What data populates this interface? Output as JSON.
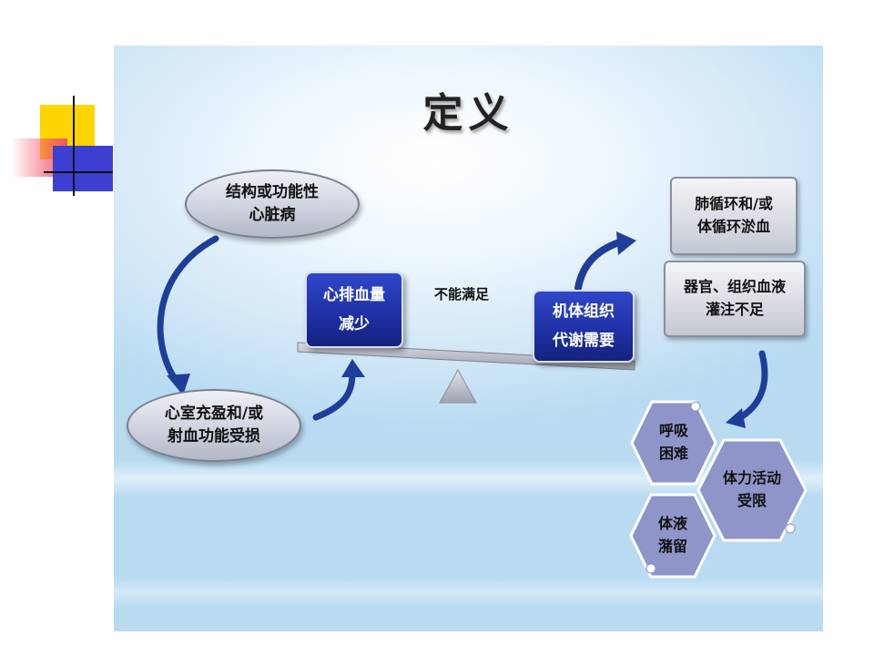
{
  "title": "定义",
  "nodes": {
    "oval_top": [
      "结构或功能性",
      "心脏病"
    ],
    "oval_bottom": [
      "心室充盈和/或",
      "射血功能受损"
    ],
    "blue_left": [
      "心排血量",
      "减少"
    ],
    "blue_right": [
      "机体组织",
      "代谢需要"
    ],
    "balance_label": "不能满足",
    "grey_top": [
      "肺循环和/或",
      "体循环淤血"
    ],
    "grey_bottom": [
      "器官、组织血液",
      "灌注不足"
    ],
    "hex_breath": [
      "呼吸",
      "困难"
    ],
    "hex_activity": [
      "体力活动",
      "受限"
    ],
    "hex_fluid": [
      "体液",
      "潴留"
    ]
  },
  "colors": {
    "accent_blue": "#1e2fa3",
    "arrow_blue": "#1f3e9a",
    "hex_fill": "#8f95c9"
  }
}
